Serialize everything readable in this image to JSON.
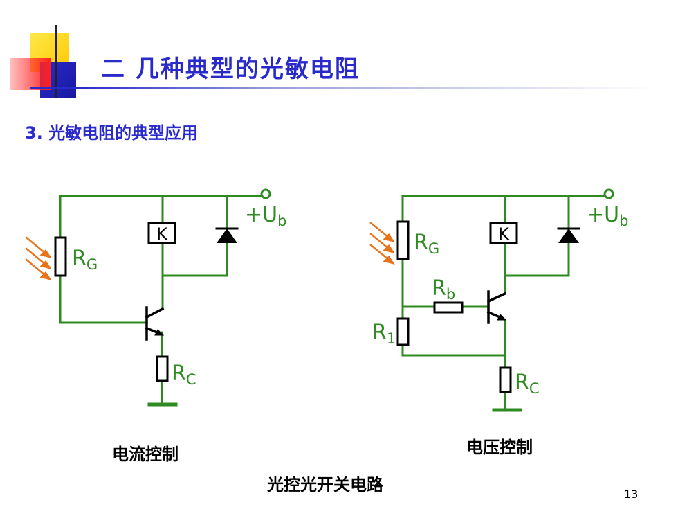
{
  "header": {
    "title": "二 几种典型的光敏电阻"
  },
  "section": {
    "subtitle": "3. 光敏电阻的典型应用"
  },
  "left_circuit": {
    "caption": "电流控制",
    "supply_label": {
      "main": "+U",
      "sub": "b"
    },
    "relay_label": "K",
    "rg_label": {
      "main": "R",
      "sub": "G"
    },
    "rc_label": {
      "main": "R",
      "sub": "C"
    }
  },
  "right_circuit": {
    "caption": "电压控制",
    "supply_label": {
      "main": "+U",
      "sub": "b"
    },
    "relay_label": "K",
    "rg_label": {
      "main": "R",
      "sub": "G"
    },
    "rb_label": {
      "main": "R",
      "sub": "b"
    },
    "r1_label": {
      "main": "R",
      "sub": "1"
    },
    "rc_label": {
      "main": "R",
      "sub": "C"
    }
  },
  "figure_caption": "光控光开关电路",
  "page_number": "13",
  "colors": {
    "wire": "#2e8b22",
    "title": "#2a2acc",
    "light_arrow": "#e8731a",
    "component": "#000000"
  }
}
